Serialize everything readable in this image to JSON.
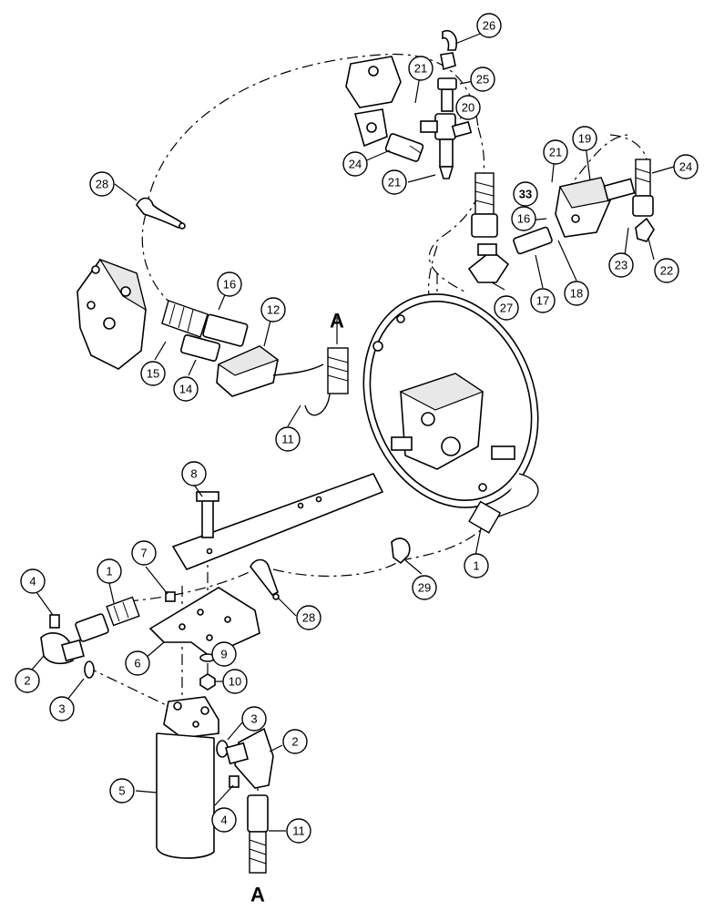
{
  "callouts": {
    "c1a": "1",
    "c1b": "1",
    "c2a": "2",
    "c2b": "2",
    "c3a": "3",
    "c3b": "3",
    "c4a": "4",
    "c4b": "4",
    "c5": "5",
    "c6": "6",
    "c7": "7",
    "c8": "8",
    "c9": "9",
    "c10": "10",
    "c11a": "11",
    "c11b": "11",
    "c12": "12",
    "c14": "14",
    "c15": "15",
    "c16a": "16",
    "c16b": "16",
    "c17": "17",
    "c18": "18",
    "c19": "19",
    "c20": "20",
    "c21a": "21",
    "c21b": "21",
    "c21c": "21",
    "c22": "22",
    "c23": "23",
    "c24a": "24",
    "c24b": "24",
    "c25": "25",
    "c26": "26",
    "c27": "27",
    "c28a": "28",
    "c28b": "28",
    "c29": "29",
    "c33": "33"
  },
  "refs": {
    "top": "A",
    "bottom": "A"
  }
}
